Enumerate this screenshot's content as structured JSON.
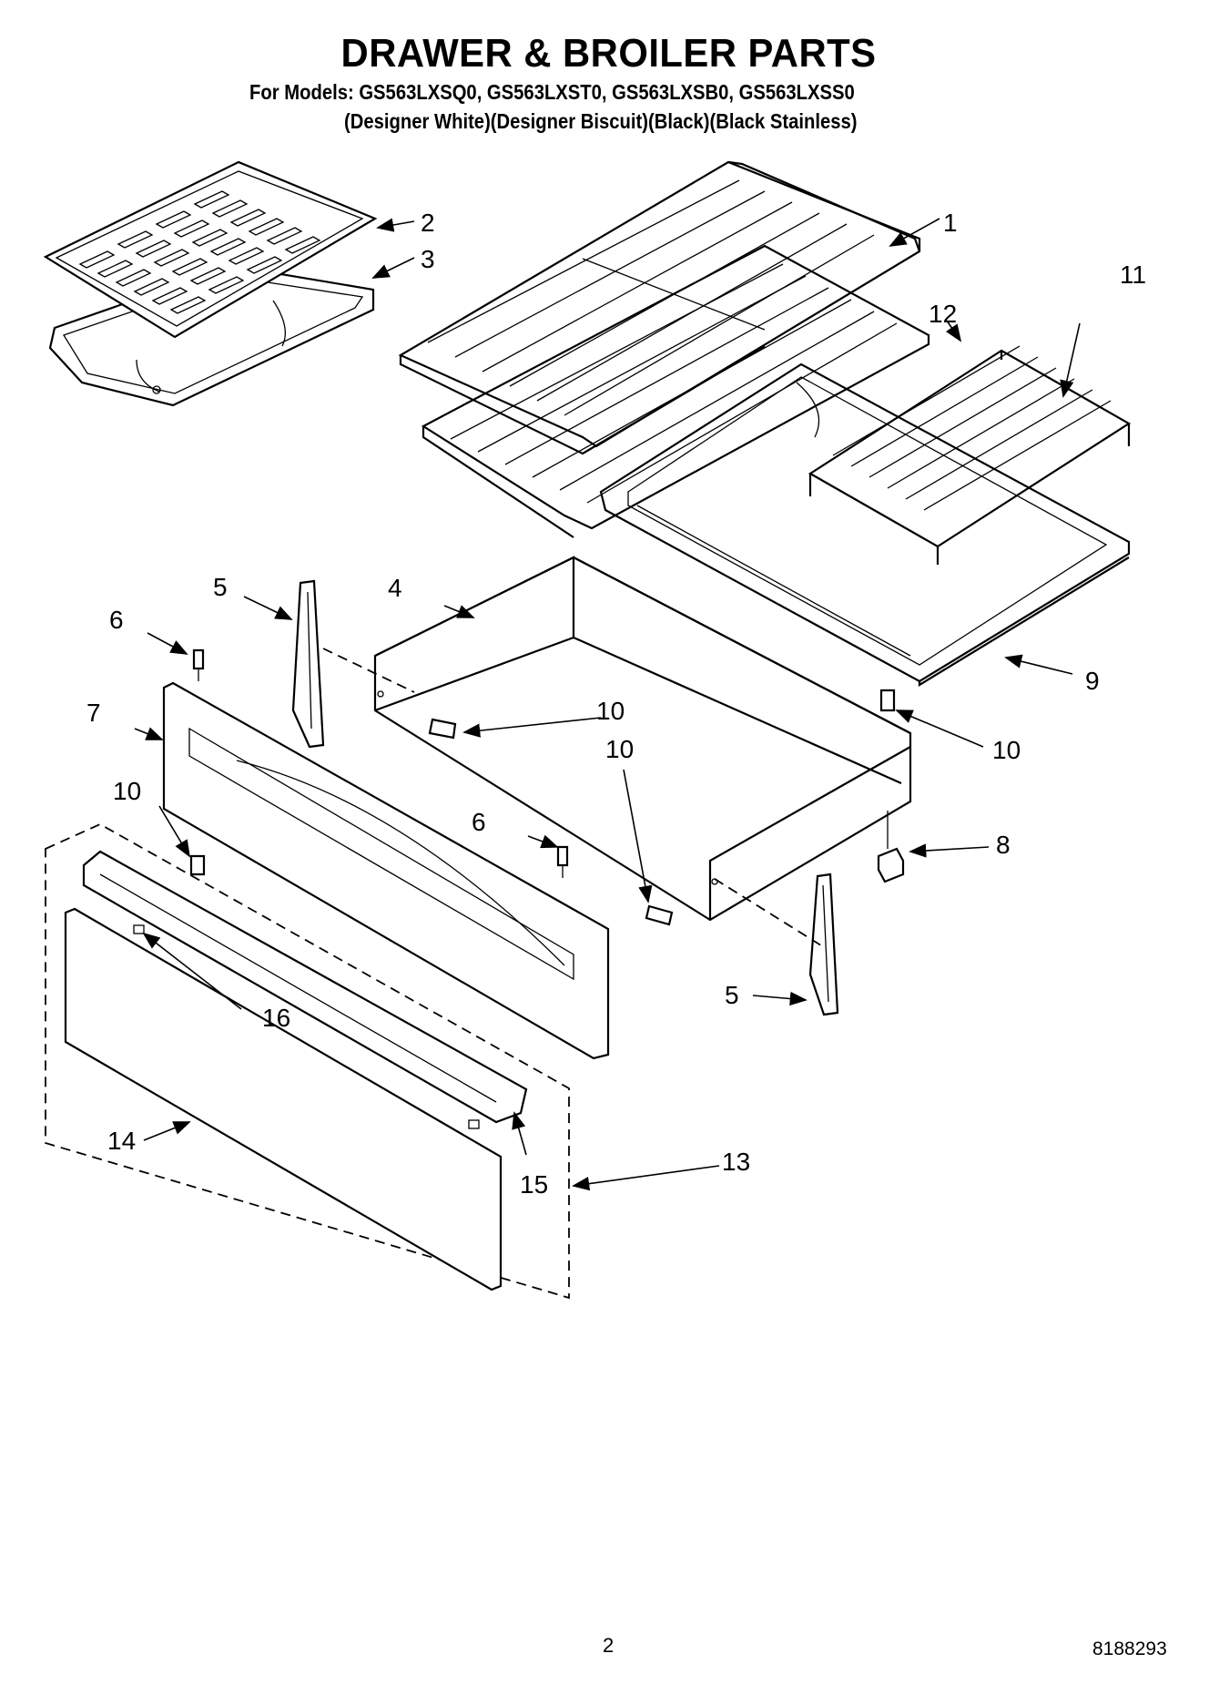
{
  "header": {
    "title": "DRAWER & BROILER PARTS",
    "models": "For Models: GS563LXSQ0, GS563LXST0, GS563LXSB0, GS563LXSS0",
    "variants": "(Designer White)(Designer Biscuit)(Black)(Black Stainless)"
  },
  "callouts": {
    "c1": "1",
    "c2": "2",
    "c3": "3",
    "c4": "4",
    "c5a": "5",
    "c5b": "5",
    "c6a": "6",
    "c6b": "6",
    "c7": "7",
    "c8": "8",
    "c9": "9",
    "c10a": "10",
    "c10b": "10",
    "c10c": "10",
    "c10d": "10",
    "c11": "11",
    "c12": "12",
    "c13": "13",
    "c14": "14",
    "c15": "15",
    "c16": "16"
  },
  "footer": {
    "page_number": "2",
    "document_number": "8188293"
  }
}
